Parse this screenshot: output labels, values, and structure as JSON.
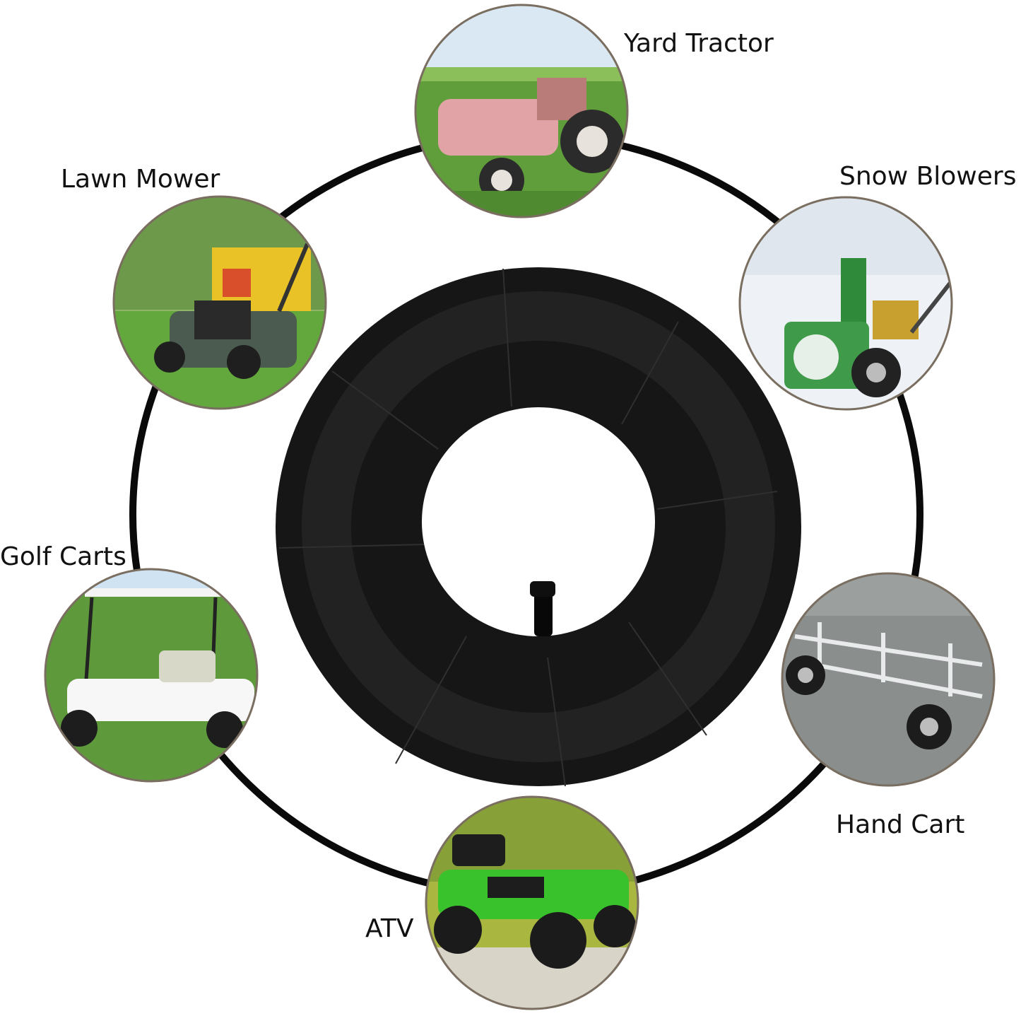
{
  "labels": {
    "yard_tractor": "Yard Tractor",
    "lawn_mower": "Lawn Mower",
    "snow_blowers": "Snow Blowers",
    "golf_carts": "Golf Carts",
    "hand_cart": "Hand Cart",
    "atv": "ATV"
  },
  "colors": {
    "ring": "#0a0a0a",
    "tube": "#151515",
    "thumb_border": "#7a6e60",
    "grass": "#5f9e3a",
    "sky": "#cfe3f2",
    "snow": "#eef2f6"
  }
}
